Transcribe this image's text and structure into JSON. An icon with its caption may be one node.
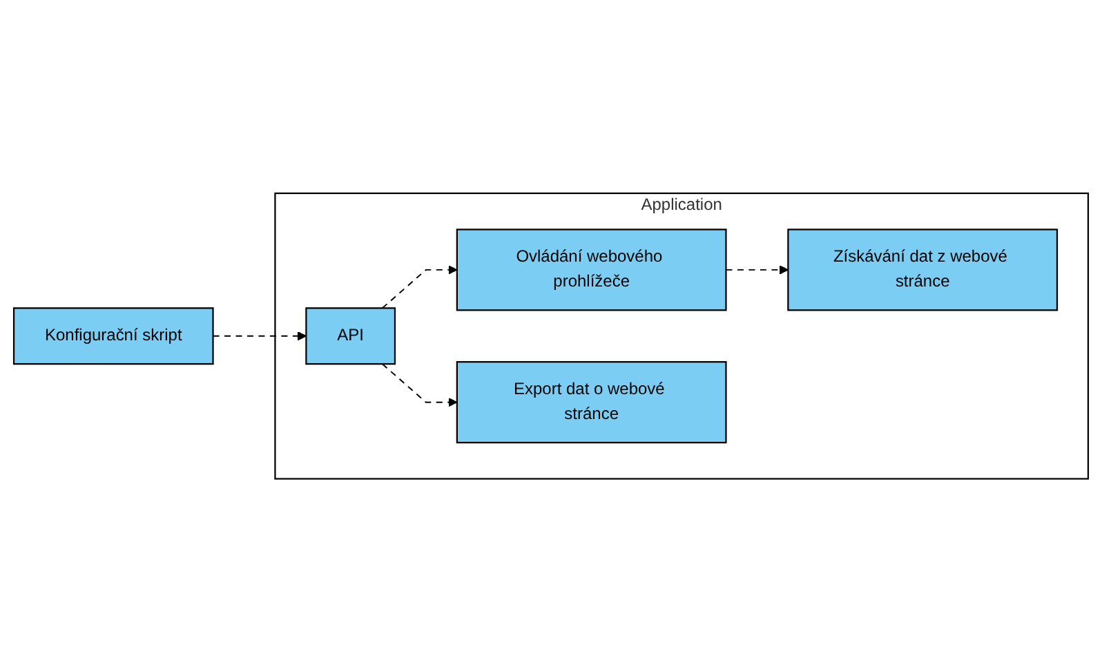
{
  "diagram": {
    "nodes": [
      {
        "text": [
          "Konfigurační skript"
        ]
      },
      {
        "text": [
          "Application"
        ]
      },
      {
        "text": [
          "API"
        ],
        "in": 1
      },
      {
        "text": [
          "Ovládání webového prohlížeče"
        ],
        "in": 1
      },
      {
        "text": [
          "Export dat o webové stránce"
        ],
        "in": 1
      },
      {
        "text": [
          "Získávání dat z webové stránce"
        ],
        "in": 1
      }
    ],
    "edges": [
      {
        "from": 0,
        "to": 2,
        "arrow": "to",
        "style": "dashed"
      },
      {
        "from": 2,
        "to": 3,
        "arrow": "to",
        "style": "dashed"
      },
      {
        "from": 2,
        "to": 4,
        "arrow": "to",
        "style": "dashed"
      },
      {
        "from": 3,
        "to": 5,
        "arrow": "to",
        "style": "dashed"
      }
    ]
  }
}
